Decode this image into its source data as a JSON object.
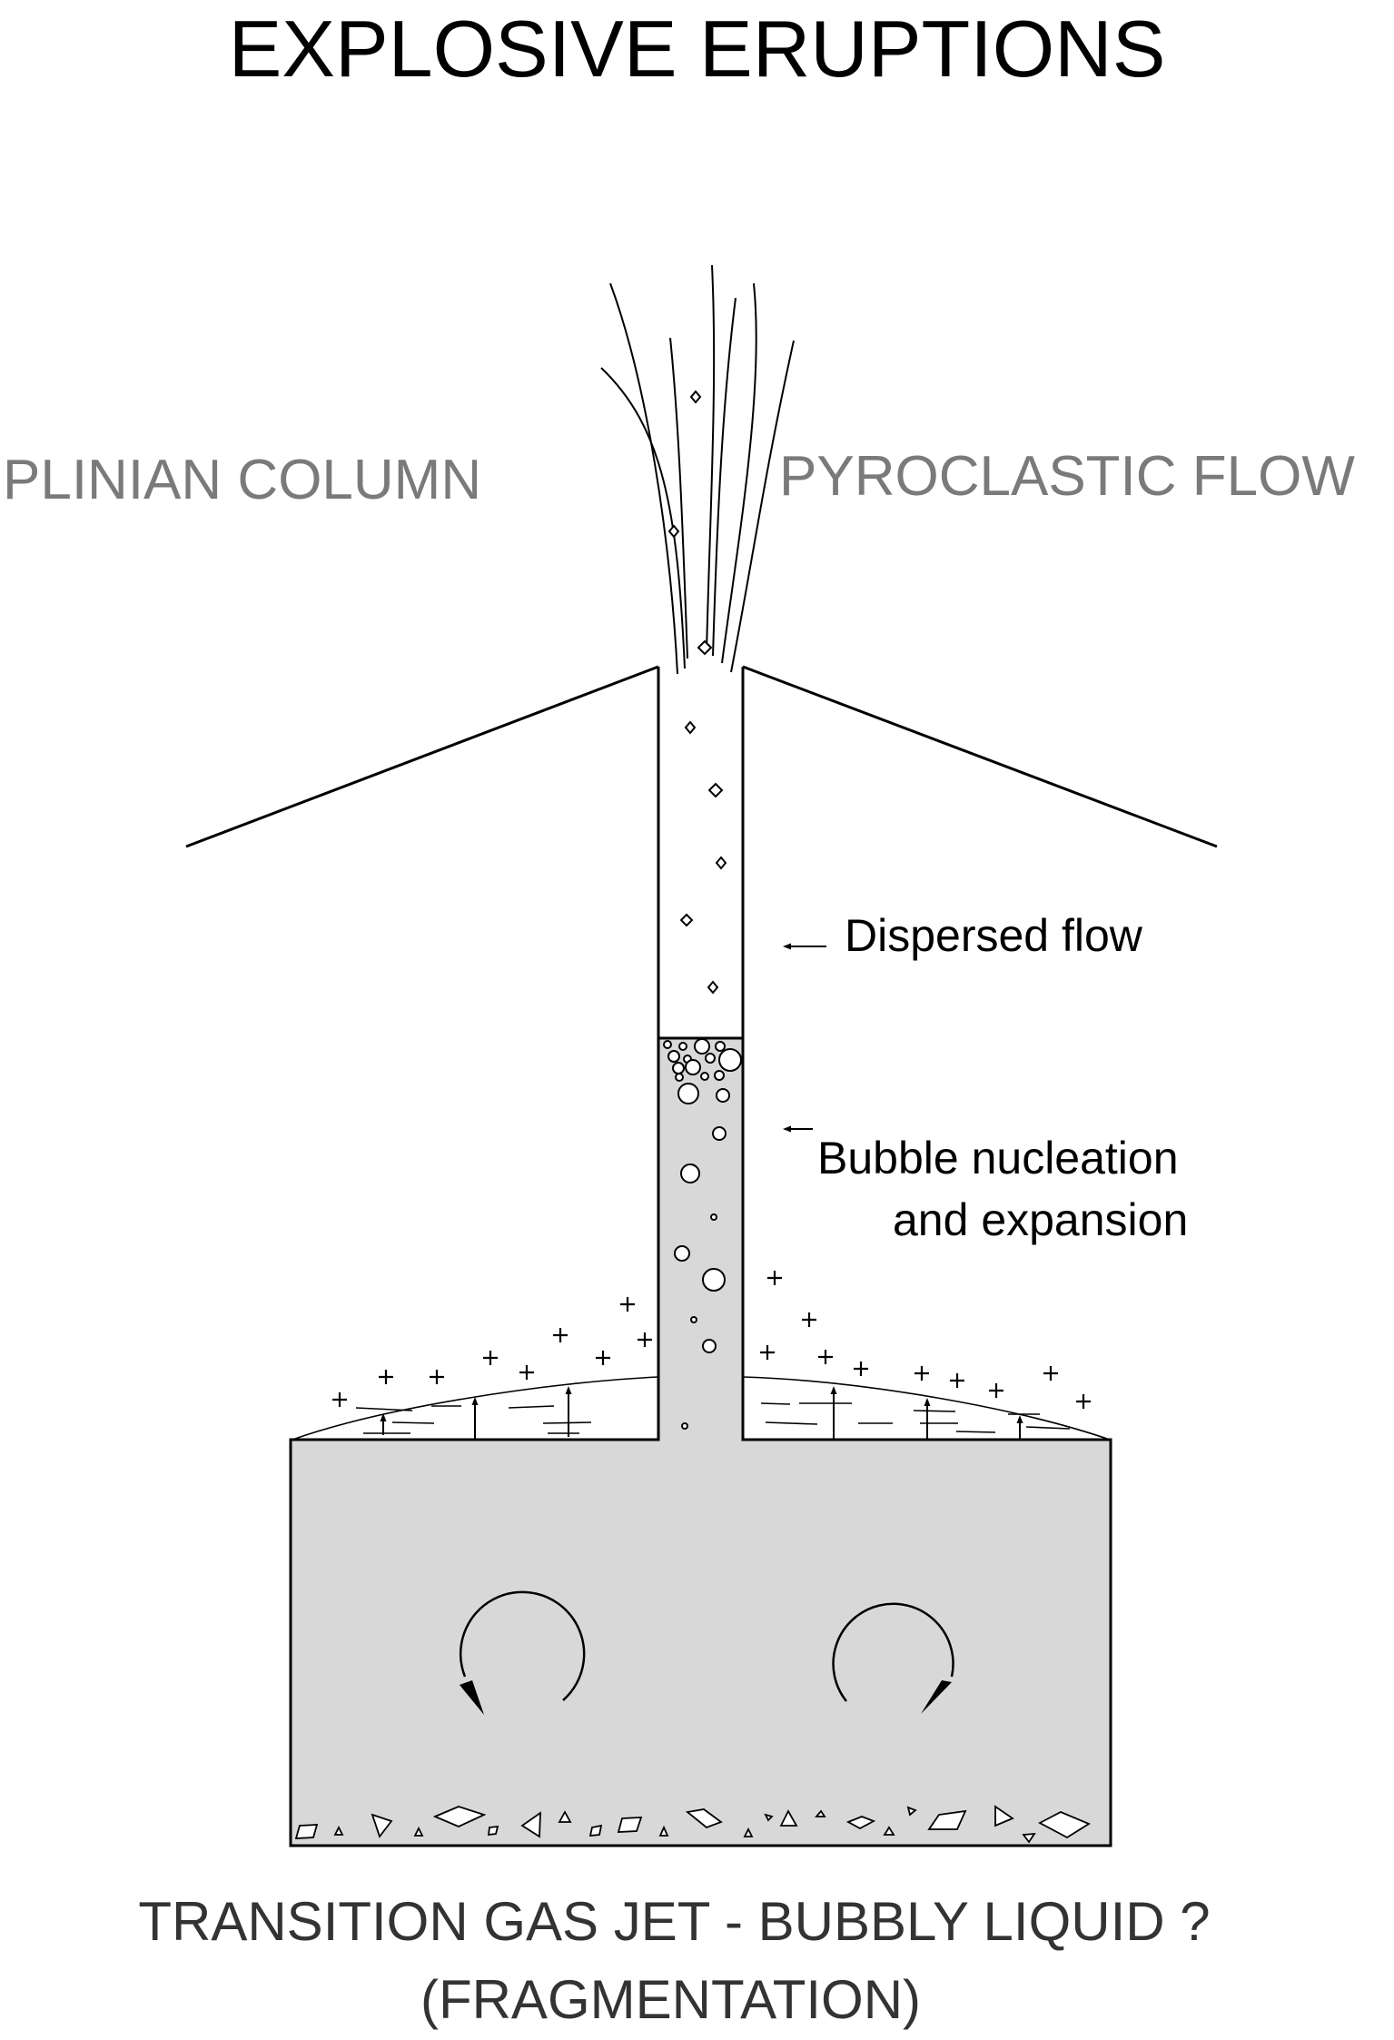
{
  "title": "EXPLOSIVE ERUPTIONS",
  "labels": {
    "plinian_column": "PLINIAN COLUMN",
    "pyroclastic_flow": "PYROCLASTIC FLOW",
    "dispersed_flow": "Dispersed flow",
    "bubble_line1": "Bubble nucleation",
    "bubble_line2": "and expansion"
  },
  "caption": {
    "line1": "TRANSITION GAS JET - BUBBLY LIQUID ?",
    "line2": "(FRAGMENTATION)"
  },
  "colors": {
    "ink": "#000000",
    "gray_label": "#7a7a7a",
    "caption": "#333333",
    "magma_fill": "#d8d8d8"
  }
}
